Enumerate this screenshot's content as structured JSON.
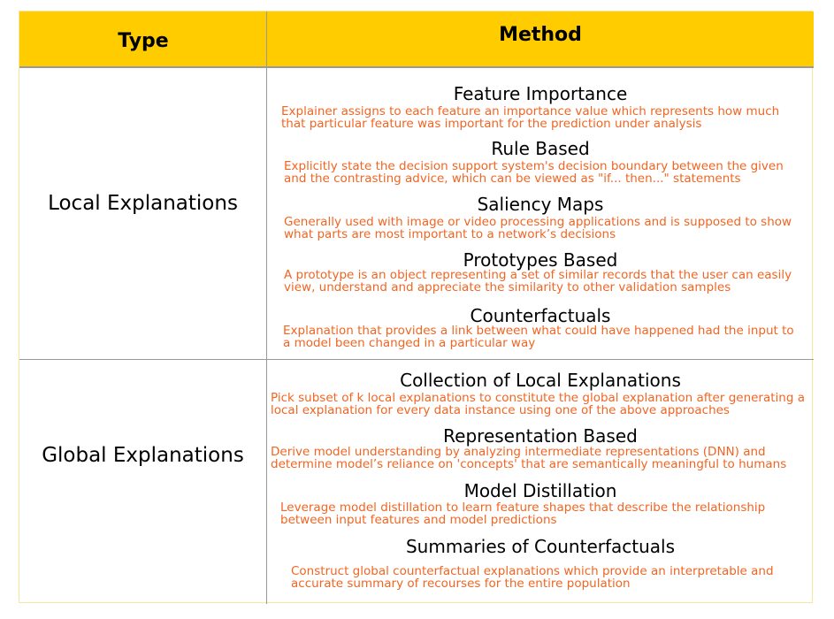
{
  "header": {
    "type_label": "Type",
    "method_label": "Method"
  },
  "colors": {
    "header_bg": "#ffcc00",
    "desc_text": "#f26522",
    "grid_line": "#9a9a9a"
  },
  "sections": [
    {
      "type": "Local Explanations",
      "methods": [
        {
          "title": "Feature Importance",
          "description": "Explainer assigns to each feature an importance value which represents how much that particular feature was important for the prediction under analysis"
        },
        {
          "title": "Rule Based",
          "description": "Explicitly state the decision support system's decision boundary between the given and the contrasting advice, which can be viewed as \"if... then...\" statements"
        },
        {
          "title": "Saliency Maps",
          "description": "Generally used with image or video processing applications and is supposed to show what parts are most important to a network’s decisions"
        },
        {
          "title": "Prototypes Based",
          "description": "A prototype is an object representing a set of similar records that the user can easily view, understand and appreciate the similarity to other validation samples"
        },
        {
          "title": "Counterfactuals",
          "description": "Explanation that provides a link between what could have happened had the input to a model been changed in a particular way"
        }
      ]
    },
    {
      "type": "Global Explanations",
      "methods": [
        {
          "title": "Collection of Local Explanations",
          "description": "Pick subset of k local explanations to constitute the global explanation after generating a local explanation for every data instance using one of the above approaches"
        },
        {
          "title": "Representation Based",
          "description": "Derive model understanding by analyzing intermediate representations (DNN) and determine model’s reliance on 'concepts' that are semantically meaningful to humans"
        },
        {
          "title": "Model Distillation",
          "description": "Leverage model distillation to learn feature shapes that describe the relationship between input features and model predictions"
        },
        {
          "title": "Summaries of Counterfactuals",
          "description": "Construct global counterfactual explanations which provide an interpretable and accurate summary of recourses for the entire population"
        }
      ]
    }
  ]
}
